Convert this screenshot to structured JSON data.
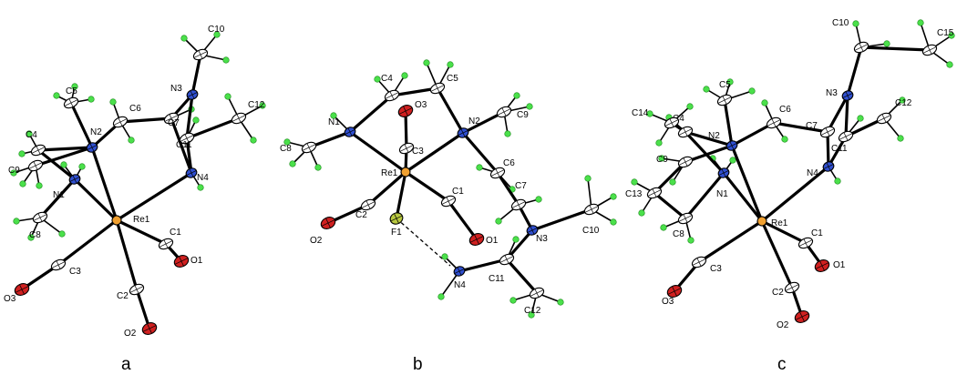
{
  "figure": {
    "panels": [
      {
        "id": "a",
        "label": "a",
        "atoms": [
          {
            "id": "Re1",
            "label": "Re1",
            "el": "Re"
          },
          {
            "id": "N1",
            "label": "N1",
            "el": "N"
          },
          {
            "id": "N2",
            "label": "N2",
            "el": "N"
          },
          {
            "id": "N3",
            "label": "N3",
            "el": "N"
          },
          {
            "id": "N4",
            "label": "N4",
            "el": "N"
          },
          {
            "id": "C1",
            "label": "C1",
            "el": "C"
          },
          {
            "id": "C2",
            "label": "C2",
            "el": "C"
          },
          {
            "id": "C3",
            "label": "C3",
            "el": "C"
          },
          {
            "id": "C4",
            "label": "C4",
            "el": "C"
          },
          {
            "id": "C5",
            "label": "C5",
            "el": "C"
          },
          {
            "id": "C6",
            "label": "C6",
            "el": "C"
          },
          {
            "id": "C7",
            "label": "C7",
            "el": "C"
          },
          {
            "id": "C8",
            "label": "C8",
            "el": "C"
          },
          {
            "id": "C9",
            "label": "C9",
            "el": "C"
          },
          {
            "id": "C10",
            "label": "C10",
            "el": "C"
          },
          {
            "id": "C11",
            "label": "C11",
            "el": "C"
          },
          {
            "id": "C12",
            "label": "C12",
            "el": "C"
          },
          {
            "id": "O1",
            "label": "O1",
            "el": "O"
          },
          {
            "id": "O2",
            "label": "O2",
            "el": "O"
          },
          {
            "id": "O3",
            "label": "O3",
            "el": "O"
          }
        ]
      },
      {
        "id": "b",
        "label": "b",
        "atoms": [
          {
            "id": "Re1",
            "label": "Re1",
            "el": "Re"
          },
          {
            "id": "N1",
            "label": "N1",
            "el": "N"
          },
          {
            "id": "N2",
            "label": "N2",
            "el": "N"
          },
          {
            "id": "N3",
            "label": "N3",
            "el": "N"
          },
          {
            "id": "N4",
            "label": "N4",
            "el": "N"
          },
          {
            "id": "F1",
            "label": "F1",
            "el": "F"
          },
          {
            "id": "C1",
            "label": "C1",
            "el": "C"
          },
          {
            "id": "C2",
            "label": "C2",
            "el": "C"
          },
          {
            "id": "C3",
            "label": "C3",
            "el": "C"
          },
          {
            "id": "C4",
            "label": "C4",
            "el": "C"
          },
          {
            "id": "C5",
            "label": "C5",
            "el": "C"
          },
          {
            "id": "C6",
            "label": "C6",
            "el": "C"
          },
          {
            "id": "C7",
            "label": "C7",
            "el": "C"
          },
          {
            "id": "C8",
            "label": "C8",
            "el": "C"
          },
          {
            "id": "C9",
            "label": "C9",
            "el": "C"
          },
          {
            "id": "C10",
            "label": "C10",
            "el": "C"
          },
          {
            "id": "C11",
            "label": "C11",
            "el": "C"
          },
          {
            "id": "C12",
            "label": "C12",
            "el": "C"
          },
          {
            "id": "O1",
            "label": "O1",
            "el": "O"
          },
          {
            "id": "O2",
            "label": "O2",
            "el": "O"
          },
          {
            "id": "O3",
            "label": "O3",
            "el": "O"
          }
        ]
      },
      {
        "id": "c",
        "label": "c",
        "atoms": [
          {
            "id": "Re1",
            "label": "Re1",
            "el": "Re"
          },
          {
            "id": "N1",
            "label": "N1",
            "el": "N"
          },
          {
            "id": "N2",
            "label": "N2",
            "el": "N"
          },
          {
            "id": "N3",
            "label": "N3",
            "el": "N"
          },
          {
            "id": "N4",
            "label": "N4",
            "el": "N"
          },
          {
            "id": "C1",
            "label": "C1",
            "el": "C"
          },
          {
            "id": "C2",
            "label": "C2",
            "el": "C"
          },
          {
            "id": "C3",
            "label": "C3",
            "el": "C"
          },
          {
            "id": "C4",
            "label": "C4",
            "el": "C"
          },
          {
            "id": "C5",
            "label": "C5",
            "el": "C"
          },
          {
            "id": "C6",
            "label": "C6",
            "el": "C"
          },
          {
            "id": "C7",
            "label": "C7",
            "el": "C"
          },
          {
            "id": "C8",
            "label": "C8",
            "el": "C"
          },
          {
            "id": "C9",
            "label": "C9",
            "el": "C"
          },
          {
            "id": "C10",
            "label": "C10",
            "el": "C"
          },
          {
            "id": "C11",
            "label": "C11",
            "el": "C"
          },
          {
            "id": "C12",
            "label": "C12",
            "el": "C"
          },
          {
            "id": "C13",
            "label": "C13",
            "el": "C"
          },
          {
            "id": "C14",
            "label": "C14",
            "el": "C"
          },
          {
            "id": "C15",
            "label": "C15",
            "el": "C"
          },
          {
            "id": "O1",
            "label": "O1",
            "el": "O"
          },
          {
            "id": "O2",
            "label": "O2",
            "el": "O"
          },
          {
            "id": "O3",
            "label": "O3",
            "el": "O"
          }
        ]
      }
    ],
    "colors": {
      "Re": "#f0a030",
      "N": "#2f4fd0",
      "O": "#d02020",
      "C": "#ffffff",
      "F": "#b8c840",
      "H": "#4be04b",
      "bond": "#000000"
    }
  }
}
